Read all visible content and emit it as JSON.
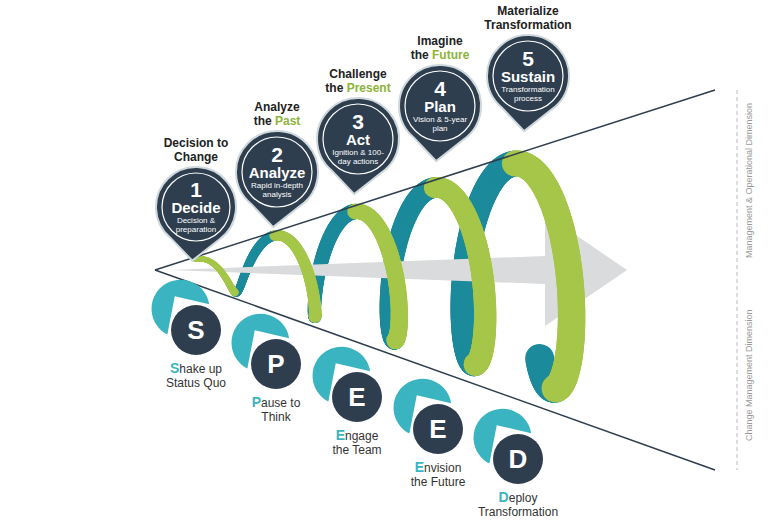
{
  "diagram": {
    "nodes": [
      {
        "text": [
          "Decision to Change",
          "1",
          "Decide",
          "Decision & preparation"
        ]
      },
      {
        "text": [
          "Analyze the Past",
          "2",
          "Analyze",
          "Rapid in-depth analysis"
        ]
      },
      {
        "text": [
          "Challenge the Present",
          "3",
          "Act",
          "Ignition & 100-day actions"
        ]
      },
      {
        "text": [
          "Imagine the Future",
          "4",
          "Plan",
          "Vision & 5-year plan"
        ]
      },
      {
        "text": [
          "Materialize Transformation",
          "5",
          "Sustain",
          "Transformation process"
        ]
      },
      {
        "text": [
          "S",
          "Shake up Status Quo"
        ]
      },
      {
        "text": [
          "P",
          "Pause to Think"
        ]
      },
      {
        "text": [
          "E",
          "Engage the Team"
        ]
      },
      {
        "text": [
          "E",
          "Envision the Future"
        ]
      },
      {
        "text": [
          "D",
          "Deploy Transformation"
        ]
      }
    ],
    "labels": [
      "Management & Operational Dimension",
      "Change Management Dimension"
    ]
  }
}
